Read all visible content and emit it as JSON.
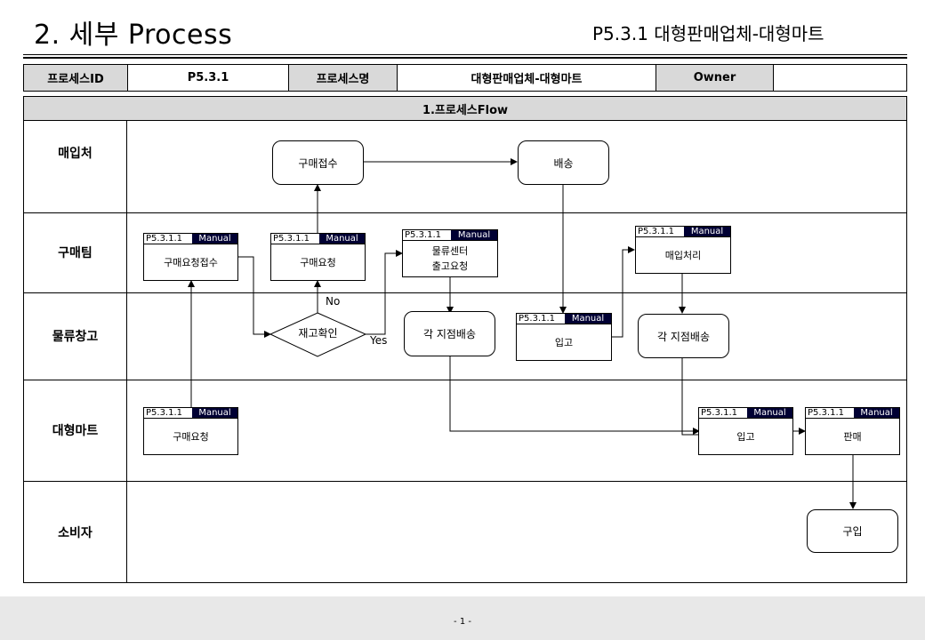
{
  "header": {
    "title": "2. 세부 Process",
    "subtitle": "P5.3.1  대형판매업체-대형마트"
  },
  "info_row": {
    "id_label": "프로세스ID",
    "id_value": "P5.3.1",
    "name_label": "프로세스명",
    "name_value": "대형판매업체-대형마트",
    "owner_label": "Owner",
    "owner_value": ""
  },
  "flow_title": "1.프로세스Flow",
  "lanes": [
    "매입처",
    "구매팀",
    "물류창고",
    "대형마트",
    "소비자"
  ],
  "nodes": {
    "receive_order": "구매접수",
    "ship": "배송",
    "purchase_request_receive": {
      "id": "P5.3.1.1",
      "tag": "Manual",
      "label": "구매요청접수"
    },
    "purchase_request_team": {
      "id": "P5.3.1.1",
      "tag": "Manual",
      "label": "구매요청"
    },
    "logistics_request": {
      "id": "P5.3.1.1",
      "tag": "Manual",
      "line1": "물류센터",
      "line2": "출고요청"
    },
    "purchase_processing": {
      "id": "P5.3.1.1",
      "tag": "Manual",
      "label": "매입처리"
    },
    "stock_check": "재고확인",
    "branch_delivery_1": "각 지점배송",
    "warehouse_receipt": {
      "id": "P5.3.1.1",
      "tag": "Manual",
      "label": "입고"
    },
    "branch_delivery_2": "각 지점배송",
    "mart_purchase_request": {
      "id": "P5.3.1.1",
      "tag": "Manual",
      "label": "구매요청"
    },
    "mart_receipt": {
      "id": "P5.3.1.1",
      "tag": "Manual",
      "label": "입고"
    },
    "sale": {
      "id": "P5.3.1.1",
      "tag": "Manual",
      "label": "판매"
    },
    "buy": "구입"
  },
  "edge_labels": {
    "no": "No",
    "yes": "Yes"
  },
  "footer": {
    "page": "- 1 -"
  }
}
